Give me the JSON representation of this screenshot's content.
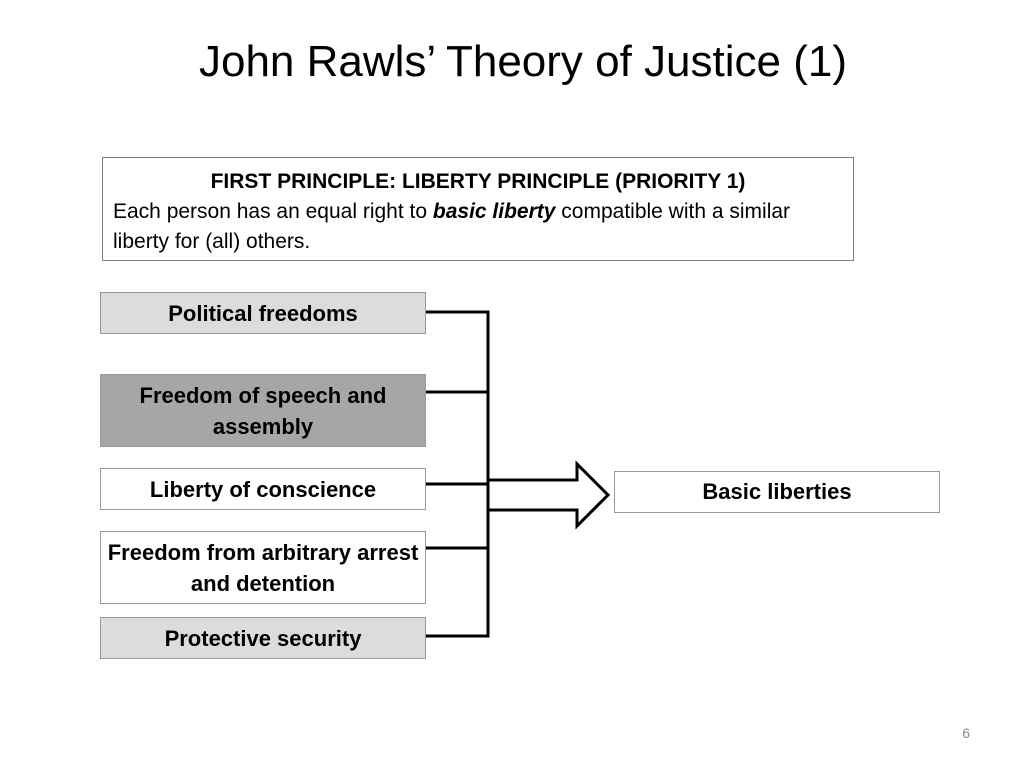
{
  "slide": {
    "title": "John Rawls’ Theory of Justice (1)",
    "page_number": "6"
  },
  "principle": {
    "heading": "FIRST PRINCIPLE: LIBERTY PRINCIPLE (PRIORITY 1)",
    "text_before": "Each person has an equal right to ",
    "emphasis": "basic liberty",
    "text_after": " compatible with a similar liberty for (all) others."
  },
  "liberties": [
    {
      "label": "Political freedoms",
      "fill": "#dcdcdc"
    },
    {
      "label": "Freedom of speech and assembly",
      "fill": "#a6a6a6"
    },
    {
      "label": "Liberty of conscience",
      "fill": "#ffffff"
    },
    {
      "label": "Freedom from arbitrary arrest and detention",
      "fill": "#ffffff"
    },
    {
      "label": "Protective security",
      "fill": "#dcdcdc"
    }
  ],
  "result": {
    "label": "Basic liberties"
  },
  "colors": {
    "connector": "#000000",
    "box_border": "#999999"
  }
}
